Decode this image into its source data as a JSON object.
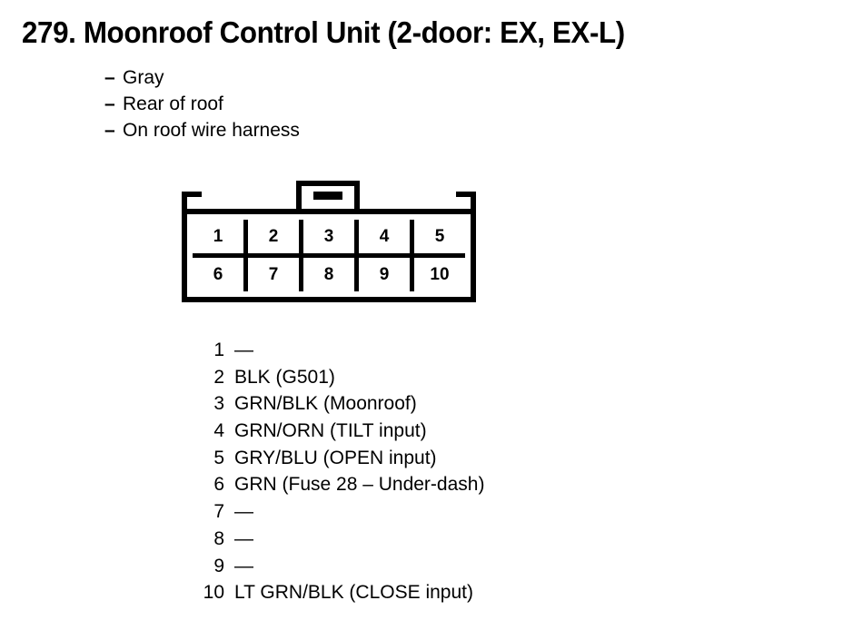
{
  "title": "279. Moonroof Control Unit (2-door: EX, EX-L)",
  "description": {
    "dash": "–",
    "items": [
      "Gray",
      "Rear of roof",
      "On roof wire harness"
    ]
  },
  "connector": {
    "rows": [
      [
        "1",
        "2",
        "3",
        "4",
        "5"
      ],
      [
        "6",
        "7",
        "8",
        "9",
        "10"
      ]
    ]
  },
  "pins": [
    {
      "num": "1",
      "desc": "—"
    },
    {
      "num": "2",
      "desc": "BLK (G501)"
    },
    {
      "num": "3",
      "desc": "GRN/BLK (Moonroof)"
    },
    {
      "num": "4",
      "desc": "GRN/ORN (TILT input)"
    },
    {
      "num": "5",
      "desc": "GRY/BLU (OPEN input)"
    },
    {
      "num": "6",
      "desc": "GRN (Fuse 28 – Under-dash)"
    },
    {
      "num": "7",
      "desc": "—"
    },
    {
      "num": "8",
      "desc": "—"
    },
    {
      "num": "9",
      "desc": "—"
    },
    {
      "num": "10",
      "desc": "LT GRN/BLK (CLOSE input)"
    }
  ],
  "colors": {
    "ink": "#000000",
    "background": "#ffffff"
  }
}
